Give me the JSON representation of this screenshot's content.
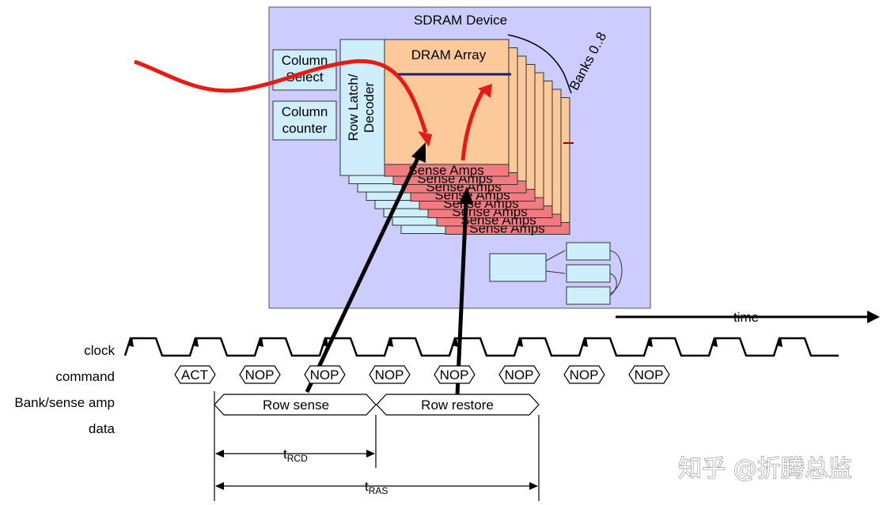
{
  "device": {
    "title": "SDRAM Device",
    "column_select": [
      "Column",
      "Select"
    ],
    "column_counter": [
      "Column",
      "counter"
    ],
    "row_latch": [
      "Row Latch/",
      "Decoder"
    ],
    "dram_array": "DRAM Array",
    "sense_amps": "Sense Amps",
    "banks": "Banks 0..8",
    "bank_count": 8
  },
  "timeline": {
    "time_label": "time",
    "rows": [
      "clock",
      "command",
      "Bank/sense amp",
      "data"
    ],
    "commands": [
      "ACT",
      "NOP",
      "NOP",
      "NOP",
      "NOP",
      "NOP",
      "NOP",
      "NOP"
    ],
    "phases": [
      "Row sense",
      "Row restore"
    ],
    "trcd": {
      "main": "t",
      "sub": "RCD"
    },
    "tras": {
      "main": "t",
      "sub": "RAS"
    }
  },
  "watermark": "知乎 @折腾总监",
  "colors": {
    "device_bg": "#ccccff",
    "array": "#fcc99a",
    "sense": "#f27b7f",
    "blue_box": "#cdeefa",
    "red_path": "#e81b14"
  }
}
